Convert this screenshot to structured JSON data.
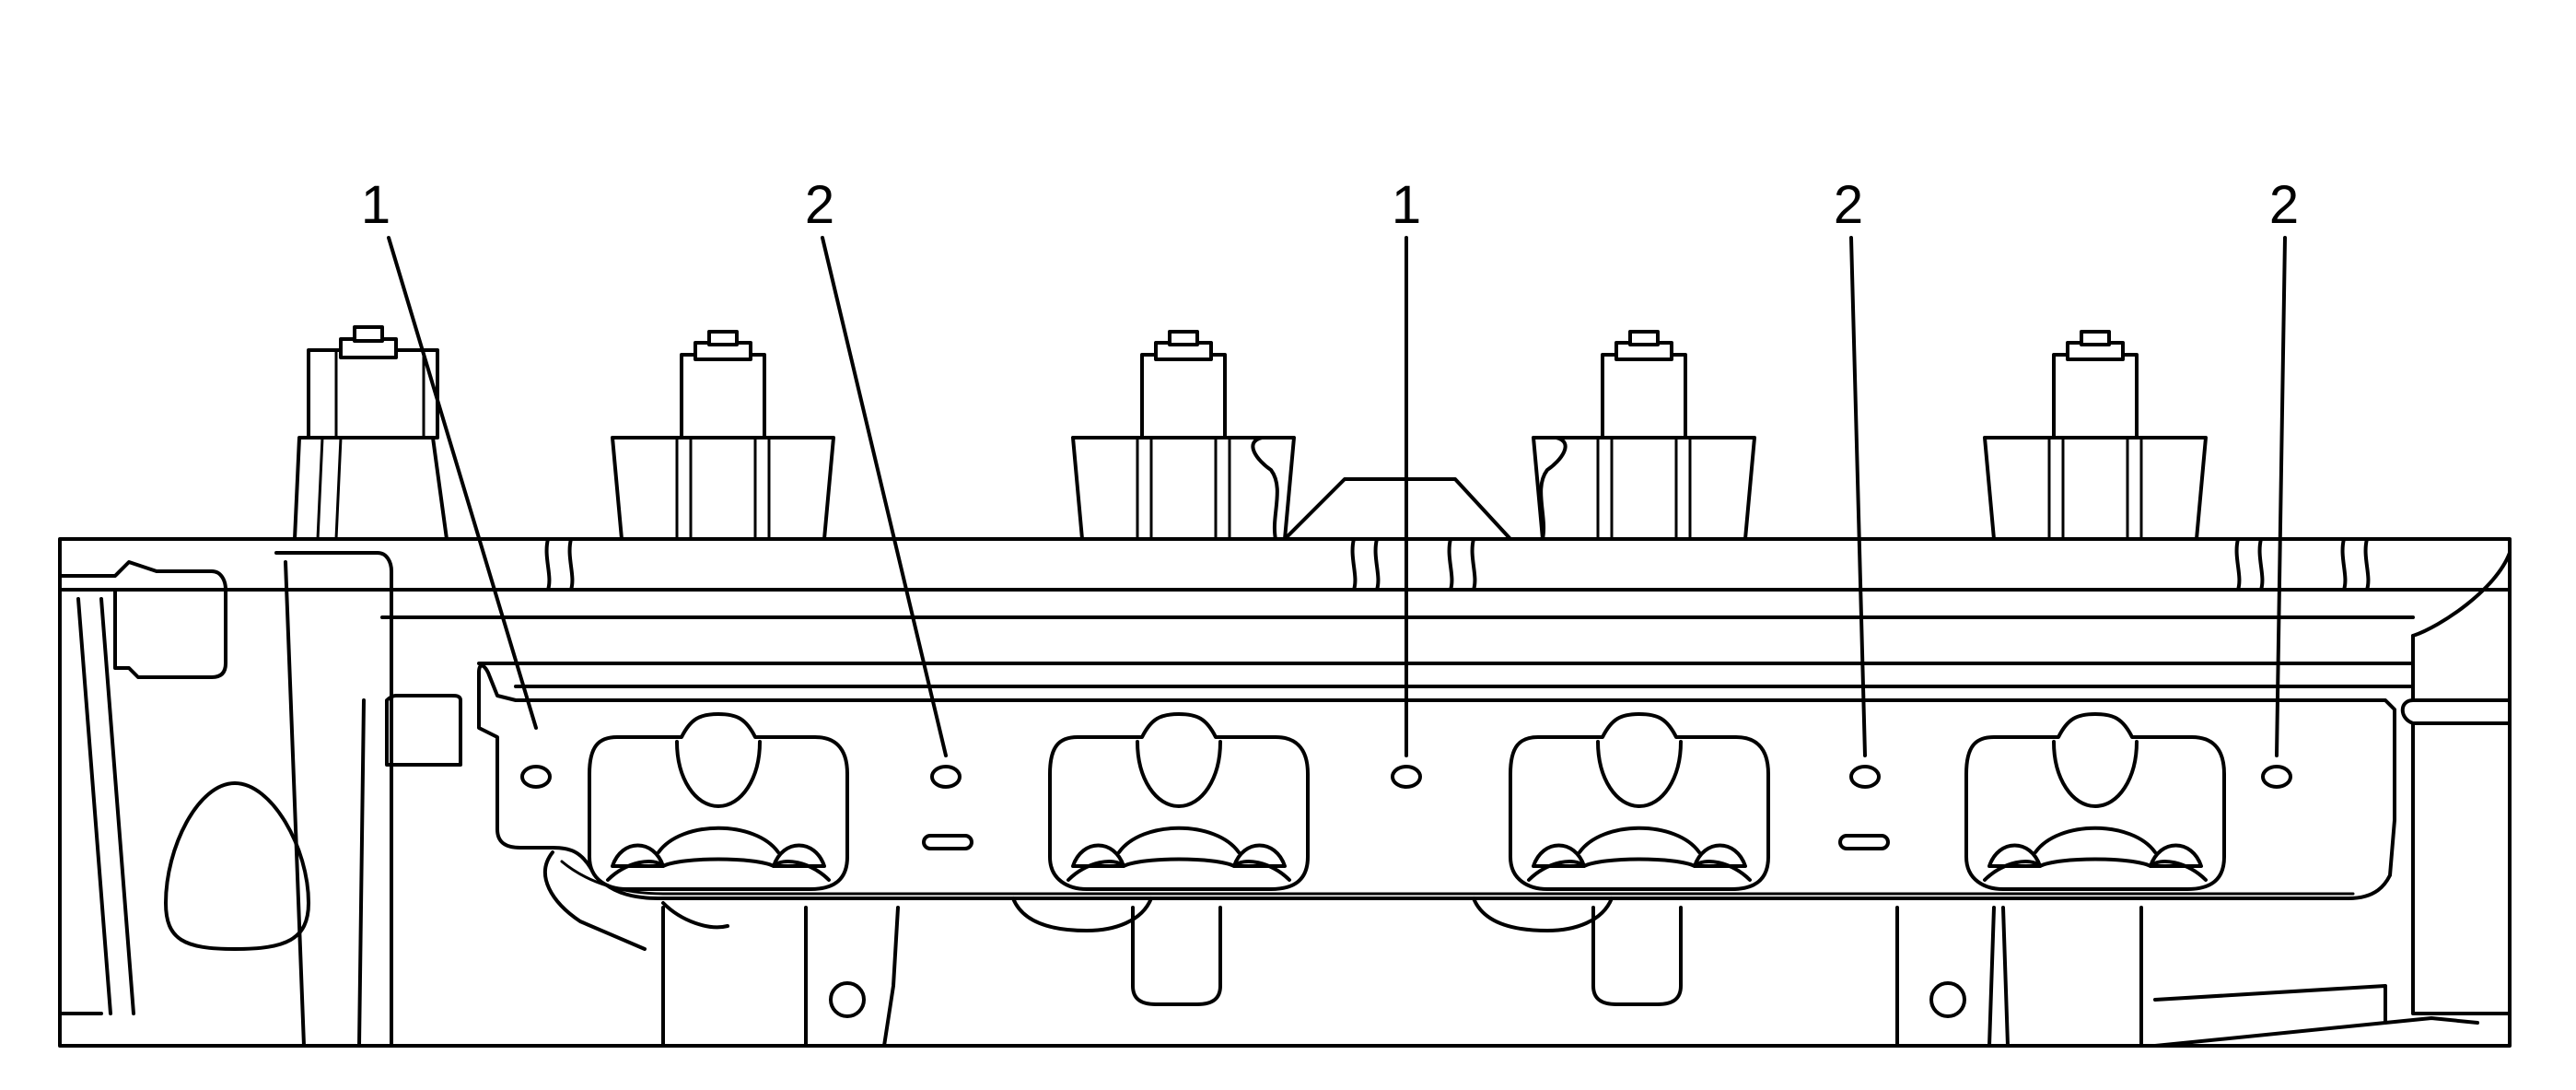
{
  "callouts": [
    {
      "id": "c1",
      "label": "1"
    },
    {
      "id": "c2",
      "label": "2"
    },
    {
      "id": "c3",
      "label": "1"
    },
    {
      "id": "c4",
      "label": "2"
    },
    {
      "id": "c5",
      "label": "2"
    }
  ]
}
